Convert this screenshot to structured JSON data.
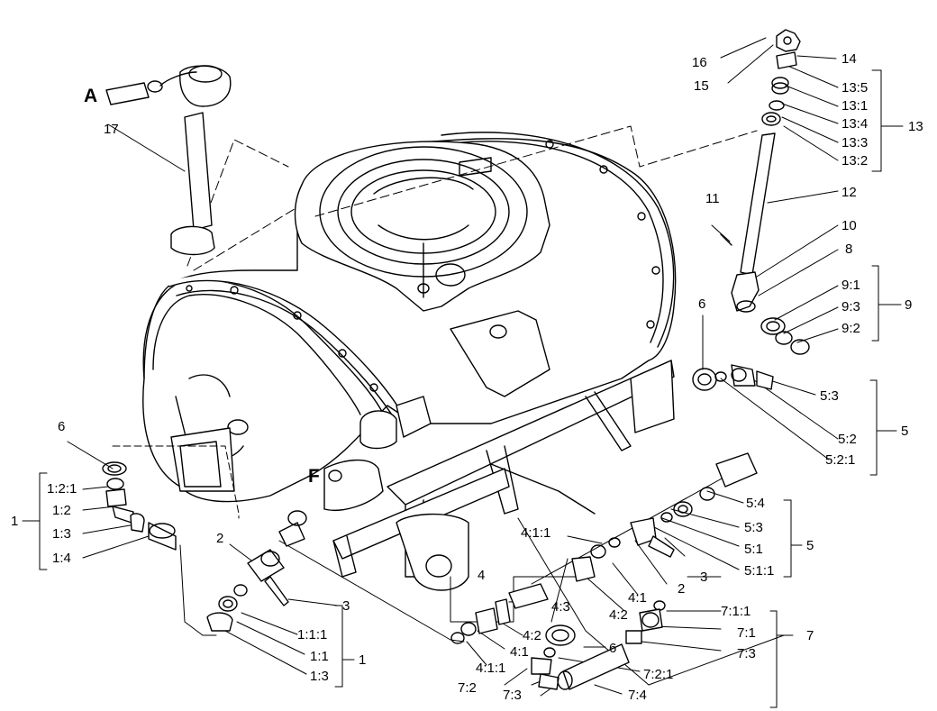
{
  "diagram": {
    "letters": {
      "a": "A",
      "f": "F"
    },
    "labels": {
      "p17": "17",
      "p16": "16",
      "p15": "15",
      "p14": "14",
      "p13_5": "13:5",
      "p13_1": "13:1",
      "p13_4": "13:4",
      "p13_3": "13:3",
      "p13_2": "13:2",
      "p13": "13",
      "p11": "11",
      "p12": "12",
      "p10": "10",
      "p8": "8",
      "p9_1": "9:1",
      "p9_3": "9:3",
      "p9_2": "9:2",
      "p9": "9",
      "p6_top": "6",
      "p5_3": "5:3",
      "p5_2": "5:2",
      "p5_2_1": "5:2:1",
      "p5": "5",
      "p5_4": "5:4",
      "p5_3b": "5:3",
      "p5_1": "5:1",
      "p5_1_1": "5:1:1",
      "p5b": "5",
      "p6_left": "6",
      "p1_2_1": "1:2:1",
      "p1_2": "1:2",
      "p1_3": "1:3",
      "p1_4": "1:4",
      "p1": "1",
      "p2": "2",
      "p3": "3",
      "p1_1_1": "1:1:1",
      "p1_1": "1:1",
      "p1_3b": "1:3",
      "p1b": "1",
      "p4_1_1": "4:1:1",
      "p2b": "2",
      "p3b": "3",
      "p4": "4",
      "p4_1": "4:1",
      "p4_3": "4:3",
      "p4_2": "4:2",
      "p4_2b": "4:2",
      "p4_1b": "4:1",
      "p4_1_1b": "4:1:1",
      "p6_bottom": "6",
      "p7_1_1": "7:1:1",
      "p7_1": "7:1",
      "p7_3": "7:3",
      "p7": "7",
      "p7_2_1": "7:2:1",
      "p7_2": "7:2",
      "p7_3b": "7:3",
      "p7_4": "7:4"
    }
  }
}
